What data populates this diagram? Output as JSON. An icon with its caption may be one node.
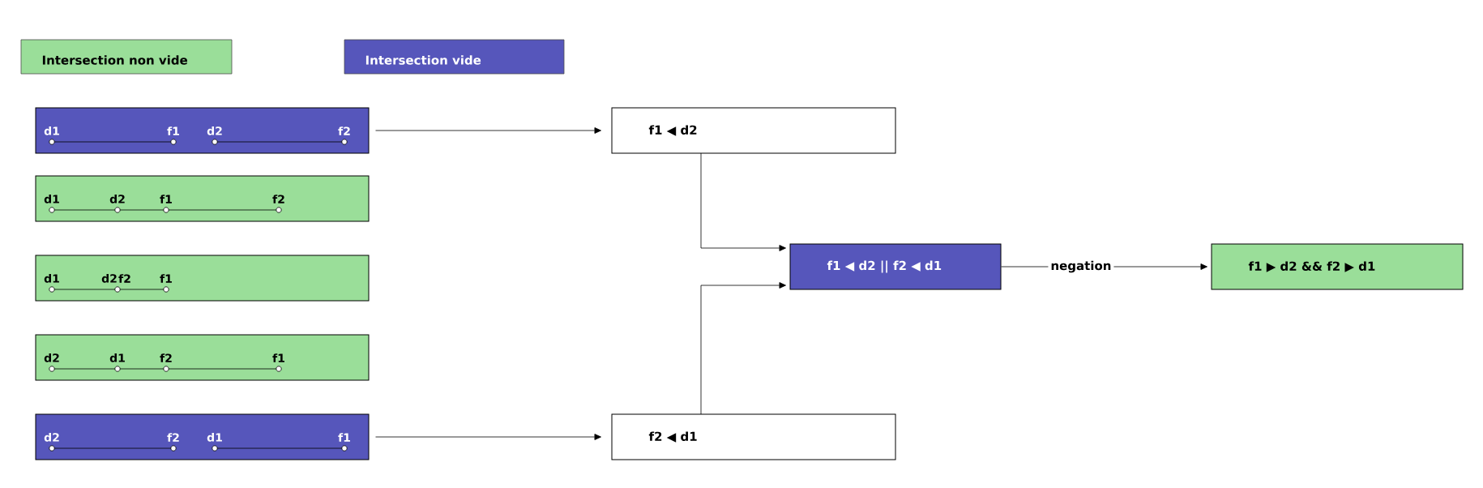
{
  "diagram": {
    "nodes": [
      {
        "text": [
          "d1",
          "f1",
          "d2",
          "f2"
        ]
      },
      {
        "text": [
          "d1",
          "d2",
          "f1",
          "f2"
        ]
      },
      {
        "text": [
          "d1",
          "d2",
          "f2",
          "f1"
        ]
      },
      {
        "text": [
          "d2",
          "d1",
          "f2",
          "f1"
        ]
      },
      {
        "text": [
          "d2",
          "f2",
          "d1",
          "f1"
        ]
      },
      {
        "text": [
          "f1 ◀ d2"
        ]
      },
      {
        "text": [
          "f2 ◀ d1"
        ]
      },
      {
        "text": [
          "f1 ◀ d2 || f2 ◀ d1"
        ]
      },
      {
        "text": [
          "f1 ▶ d2 && f2 ▶ d1"
        ]
      }
    ],
    "edges": [
      {
        "from": 0,
        "to": 5,
        "arrow": "to"
      },
      {
        "from": 4,
        "to": 6,
        "arrow": "to"
      },
      {
        "from": 5,
        "to": 7,
        "arrow": "to"
      },
      {
        "from": 6,
        "to": 7,
        "arrow": "to"
      },
      {
        "from": 7,
        "to": 8,
        "arrow": "to",
        "label": "negation"
      }
    ],
    "legend": [
      {
        "text": "Intersection non vide",
        "color": "#9ade99"
      },
      {
        "text": "Intersection vide",
        "color": "#5656bb"
      }
    ]
  }
}
